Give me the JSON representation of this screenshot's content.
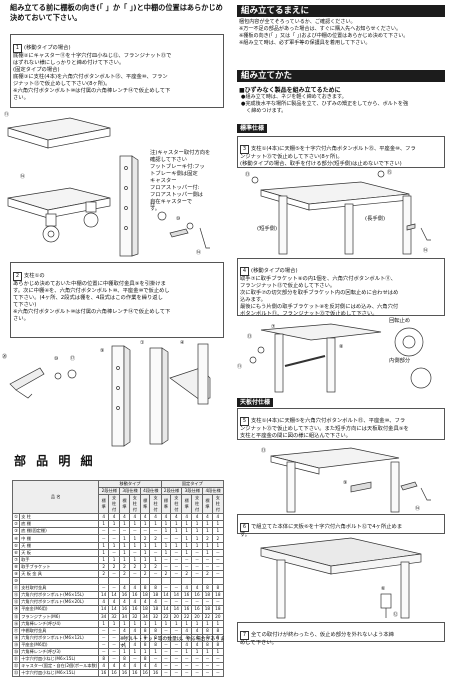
{
  "left": {
    "warning_title": "組み立てる前に棚板の向き(「 」か「 」)と中棚の位置はあらかじめ決めておいて下さい。",
    "step1": {
      "number": "1",
      "text": "(移動タイプの場合)\n底棚②にキャスター⑪を十字穴付皿小ねじ⑫、フランジナット⑬で\nはずれない様にしっかりと締め付けて下さい。\n(固定タイプの場合)\n底棚③に支柱(4本)を六角穴付ボタンボルト⑮、平座金⑩、フラン\nジナット⑬で仮止めして下さい(8ヶ所)。\n※六角穴付ボタンボルト⑩は付属の六角棒レンチ⑭で仮止めして下\nさい。"
    },
    "step1_note": "注)キャスター取付方向を\n確認して下さい\nフットブレーキ付:フッ\nトブレーキ側は固定\nキャスター\nフロアストッパー付:\nフロアストッパー側は\n自在キャスターで\nす。",
    "step2": {
      "number": "2",
      "text": "支柱①の\nあらかじめ決めておいた中棚の位置に中棚取付金具⑨を引掛けま\nす。次に中棚④を、六角穴付ボタンボルト⑩、平座金⑩で仮止めし\nて下さい。(4ヶ所、2段式は棚を、4段式はこの作業を繰り返し\nて下さい)\n※六角穴付ボタンボルト⑩は付属の六角棒レンチ⑭で仮止めして下\nさい。"
    },
    "parts_title": "部 品 明 細",
    "parts_table": {
      "group_headers": [
        "移動タイプ",
        "固定タイプ"
      ],
      "sub_headers": [
        "2段仕様",
        "3段仕様",
        "4段仕様",
        "2段仕様",
        "3段仕様",
        "4段仕様"
      ],
      "row_headers": [
        "標準",
        "支柱付",
        "標準",
        "支柱付",
        "標準",
        "支柱付",
        "標準",
        "支柱付",
        "標準",
        "支柱付",
        "標準",
        "支柱付"
      ],
      "name_header": "品 名",
      "rows": [
        {
          "no": "①",
          "name": "支 柱",
          "values": [
            "4",
            "4",
            "4",
            "4",
            "4",
            "4",
            "4",
            "4",
            "4",
            "4",
            "4",
            "4"
          ]
        },
        {
          "no": "②",
          "name": "底 棚",
          "values": [
            "1",
            "1",
            "1",
            "1",
            "1",
            "1",
            "1",
            "1",
            "1",
            "1",
            "1",
            "1"
          ]
        },
        {
          "no": "③",
          "name": "底 棚(固定棚)",
          "values": [
            "－",
            "－",
            "－",
            "－",
            "－",
            "－",
            "1",
            "1",
            "1",
            "1",
            "1",
            "1"
          ]
        },
        {
          "no": "④",
          "name": "中 棚",
          "values": [
            "－",
            "－",
            "1",
            "1",
            "2",
            "2",
            "－",
            "－",
            "1",
            "1",
            "2",
            "2"
          ]
        },
        {
          "no": "⑤",
          "name": "天 棚",
          "values": [
            "1",
            "1",
            "1",
            "1",
            "1",
            "1",
            "1",
            "1",
            "1",
            "1",
            "1",
            "1"
          ]
        },
        {
          "no": "⑥",
          "name": "天 板",
          "values": [
            "1",
            "－",
            "1",
            "－",
            "1",
            "－",
            "1",
            "－",
            "1",
            "－",
            "1",
            "－"
          ]
        },
        {
          "no": "⑦",
          "name": "取手",
          "values": [
            "1",
            "1",
            "1",
            "1",
            "1",
            "1",
            "－",
            "－",
            "－",
            "－",
            "－",
            "－"
          ]
        },
        {
          "no": "⑧",
          "name": "取手ブラケット",
          "values": [
            "2",
            "2",
            "2",
            "2",
            "2",
            "2",
            "－",
            "－",
            "－",
            "－",
            "－",
            "－"
          ]
        },
        {
          "no": "⑨",
          "name": "天 板 金 具",
          "values": [
            "2",
            "－",
            "2",
            "－",
            "2",
            "－",
            "2",
            "－",
            "2",
            "－",
            "2",
            "－"
          ]
        },
        {
          "no": "⑩",
          "name": "",
          "values": [
            "",
            "",
            "",
            "",
            "",
            "",
            "",
            "",
            "",
            "",
            "",
            ""
          ]
        },
        {
          "no": "⑪",
          "name": "支柱取付金具",
          "values": [
            "－",
            "－",
            "4",
            "4",
            "8",
            "8",
            "－",
            "－",
            "4",
            "4",
            "8",
            "8"
          ]
        },
        {
          "no": "⑫",
          "name": "六角穴付ボタンボルト(M6×15L)",
          "values": [
            "14",
            "14",
            "16",
            "16",
            "18",
            "18",
            "14",
            "14",
            "16",
            "16",
            "18",
            "18"
          ]
        },
        {
          "no": "⑬",
          "name": "六角穴付ボタンボルト(M6×20L)",
          "values": [
            "4",
            "4",
            "4",
            "4",
            "4",
            "4",
            "－",
            "－",
            "－",
            "－",
            "－",
            "－"
          ]
        },
        {
          "no": "⑭",
          "name": "平座金(M6用)",
          "values": [
            "14",
            "14",
            "16",
            "16",
            "18",
            "18",
            "14",
            "14",
            "16",
            "16",
            "18",
            "18"
          ]
        },
        {
          "no": "⑮",
          "name": "フランジナット(M6)",
          "values": [
            "34",
            "32",
            "34",
            "32",
            "34",
            "32",
            "22",
            "20",
            "22",
            "20",
            "22",
            "20"
          ]
        },
        {
          "no": "⑯",
          "name": "六角棒レンチ(呼び4)",
          "values": [
            "1",
            "1",
            "1",
            "1",
            "1",
            "1",
            "1",
            "1",
            "1",
            "1",
            "1",
            "1"
          ]
        },
        {
          "no": "⑰",
          "name": "中棚取付金具",
          "values": [
            "－",
            "－",
            "4",
            "4",
            "8",
            "8",
            "－",
            "－",
            "4",
            "4",
            "8",
            "8"
          ]
        },
        {
          "no": "⑱",
          "name": "六角穴付ボタンボルト(M6×12L)",
          "values": [
            "－",
            "－",
            "4",
            "4",
            "8",
            "8",
            "－",
            "－",
            "4",
            "4",
            "8",
            "8"
          ]
        },
        {
          "no": "⑲",
          "name": "平座金(M6用)",
          "values": [
            "－",
            "－",
            "4",
            "4",
            "8",
            "8",
            "－",
            "－",
            "4",
            "4",
            "8",
            "8"
          ]
        },
        {
          "no": "⑳",
          "name": "六角棒レンチ(呼び3)",
          "values": [
            "－",
            "－",
            "1",
            "1",
            "1",
            "1",
            "－",
            "－",
            "1",
            "1",
            "1",
            "1"
          ]
        },
        {
          "no": "㉑",
          "name": "十字穴付皿小ねじ(M6×15L)",
          "values": [
            "8",
            "－",
            "8",
            "－",
            "8",
            "－",
            "－",
            "－",
            "－",
            "－",
            "－",
            "－"
          ]
        },
        {
          "no": "㉒",
          "name": "キャスター(固定・自在)2個(ボール本数)",
          "values": [
            "4",
            "4",
            "4",
            "4",
            "4",
            "4",
            "－",
            "－",
            "－",
            "－",
            "－",
            "－"
          ]
        },
        {
          "no": "㉓",
          "name": "十字穴付皿小ねじ(M6×15L)",
          "values": [
            "16",
            "16",
            "16",
            "16",
            "16",
            "16",
            "－",
            "－",
            "－",
            "－",
            "－",
            "－"
          ]
        }
      ],
      "footnote": "※ボルト・ナット等の数量は、余る場合があります。"
    }
  },
  "right": {
    "before_title": "組み立てるまえに",
    "before_text": "梱包内容が全てそろっているか、ご確認ください。\n※万一不足の部品があった場合は、すぐに購入先へお知らせください。\n※棚板の向き(「 」又は「 」)および中棚の位置はあらかじめ決めて下さい。\n※組み立て時は、必ず軍手等の保護具を着用して下さい。",
    "assembly_title": "組み立てかた",
    "tips_title": "■ひずみなく製品を組み立てるために",
    "tips_text": "●組み立て時は、ネジを軽く締めておきます。\n●完成後水平な場所に製品を立て、ひずみの矯正をしてから、ボルトを強\n　く締めつけます。",
    "standard_label": "標準仕様",
    "step3": {
      "number": "3",
      "text": "支柱①(4本)に天棚⑤を十字穴付六角ボタンボルト⑮、平座金⑩、フラ\nンジナット⑬で仮止めして下さい(8ヶ所)。\n(移動タイプの場合、取手を付ける部分(短手側)は止めないで下さい)"
    },
    "label_long": "(長手側)",
    "label_short": "(短手側)",
    "step4": {
      "number": "4",
      "text": "(移動タイプの場合)\n取手⑦に取手ブラケット⑧の内1個を、六角穴付ボタンボルト⑪、\nフランジナット⑬で仮止めして下さい。\n次に取手⑦の切欠部分を取手ブラケット内の回転止めに合わせはめ\n込みます。\n最後にもう片側の取手ブラケット⑧を反対側にはめ込み、六角穴付\nボタンボルト⑪、フランジナット⑬で仮止めして下さい。"
    },
    "label_rotation_stop": "回転止め",
    "label_inner": "内側部分",
    "top_plate_label": "天板付仕様",
    "step5": {
      "number": "5",
      "text": "支柱①(4本)に天棚⑤を六角穴付ボタンボルト⑮、平座金⑩、フラ\nンジナット⑬で仮止めして下さい。また短手方向には天板取付金具⑨を\n支柱と平座金の間に図の様に組込んで下さい。"
    },
    "step6": {
      "number": "6",
      "text": "で組立てた本体に天板⑥を十字穴付六角ボルト⑫で4ヶ所止めま\nす。"
    },
    "step7": {
      "number": "7",
      "text": "全ての取付けが終わったら、仮止め部分を外れないよう本締\nめして下さい。"
    }
  },
  "colors": {
    "header_bg": "#1c1c1c",
    "header_text": "#ffffff",
    "line": "#444444",
    "table_header": "#eeeeee"
  }
}
